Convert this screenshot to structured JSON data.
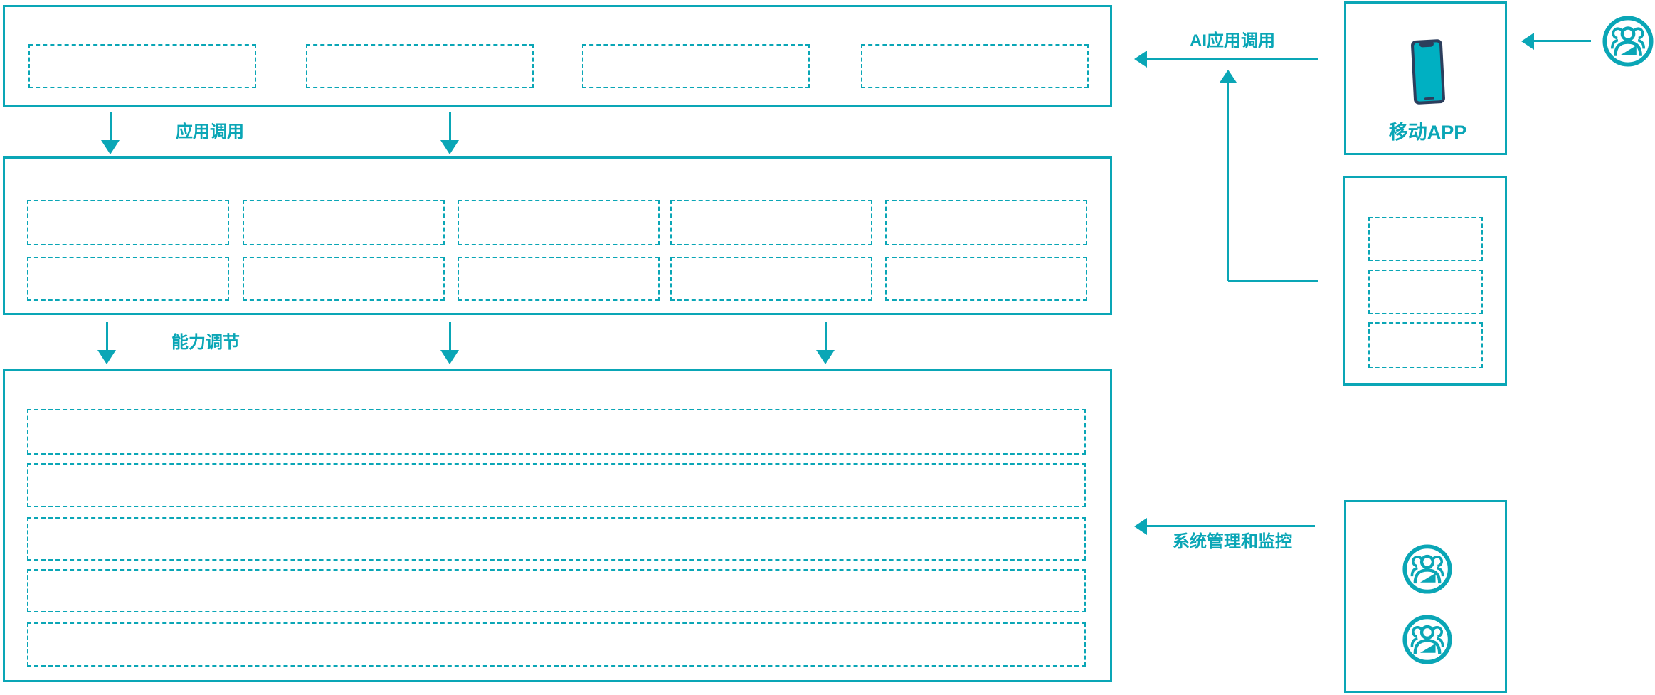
{
  "colors": {
    "accent": "#0aa6b6",
    "phone_frame": "#2c3e5d",
    "phone_screen": "#00b0c2",
    "background": "#ffffff"
  },
  "labels": {
    "app_call": "应用调用",
    "capability_adjust": "能力调节",
    "ai_app_call": "AI应用调用",
    "system_monitor": "系统管理和监控",
    "mobile_app": "移动APP"
  },
  "icons": {
    "mobile_app": "smartphone-icon",
    "user_group": "users-icon"
  },
  "layers": {
    "top": {
      "placeholder_box_count": 4
    },
    "middle": {
      "placeholder_rows": 2,
      "placeholder_cols": 5
    },
    "bottom": {
      "placeholder_row_count": 5
    }
  },
  "right_panel": {
    "mobile_app_box": {
      "label": "移动APP",
      "icon": "smartphone-icon"
    },
    "middle_box_placeholder_count": 3,
    "bottom_box_user_icon_count": 2,
    "top_user_icon_count": 1
  }
}
